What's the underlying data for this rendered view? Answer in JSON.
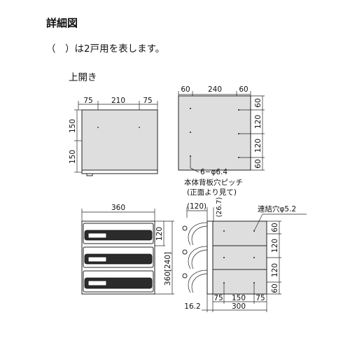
{
  "header": {
    "title": "詳細図",
    "note": "（　）は2戸用を表します。",
    "view_label": "上開き"
  },
  "front_view": {
    "top_dims": [
      "75",
      "210",
      "75"
    ],
    "side_dims": [
      "150",
      "150"
    ]
  },
  "back_view": {
    "top_dims": [
      "60",
      "240",
      "60"
    ],
    "side_dims": [
      "60",
      "120",
      "120",
      "60"
    ],
    "hole_spec": "6−φ6.4",
    "hole_caption_1": "本体背板穴ピッチ",
    "hole_caption_2": "(正面より見て)"
  },
  "stack_front": {
    "width_dim": "360",
    "unit_height": "120",
    "total_height": "360[240]"
  },
  "stack_side": {
    "dim_120": "(120)",
    "dim_267": "(26.7)",
    "screw_label": "連結穴φ5.2",
    "right_dims": [
      "60",
      "120",
      "120",
      "60"
    ],
    "bottom_dims": [
      "75",
      "150",
      "75"
    ],
    "depth_dim": "300",
    "offset_dim": "16.2"
  }
}
